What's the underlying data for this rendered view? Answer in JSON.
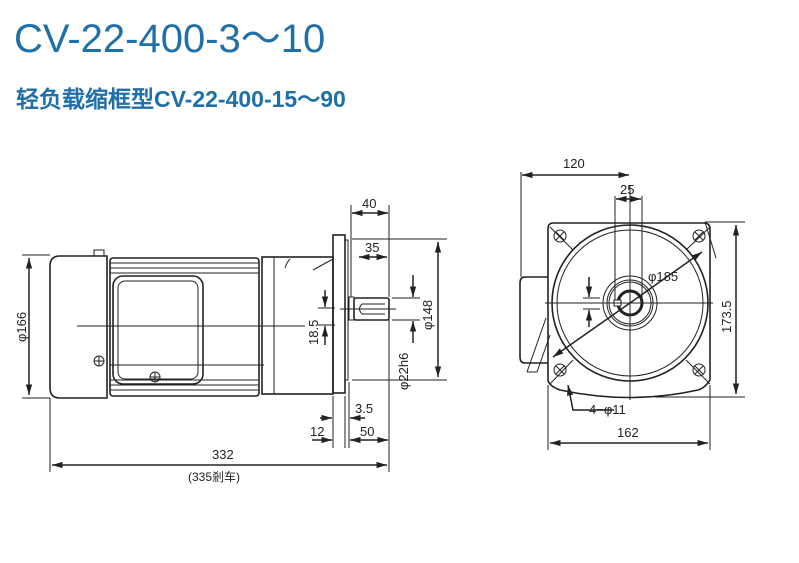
{
  "title": "CV-22-400-3～10",
  "subtitle": "轻负载缩框型CV-22-400-15～90",
  "colors": {
    "title": "#1f6fa8",
    "line": "#222222"
  },
  "side_view": {
    "dia_166": "φ166",
    "len_332": "332",
    "len_335_brake": "(335剎车)",
    "len_40": "40",
    "len_35": "35",
    "dia_148": "φ148",
    "dia_22h6": "φ22h6",
    "h_18_5": "18.5",
    "len_3_5": "3.5",
    "len_12": "12",
    "len_50": "50"
  },
  "front_view": {
    "len_120": "120",
    "len_25": "25",
    "dia_185": "φ185",
    "h_173_5": "173.5",
    "hole_4_11": "4−φ11",
    "w_162": "162"
  }
}
